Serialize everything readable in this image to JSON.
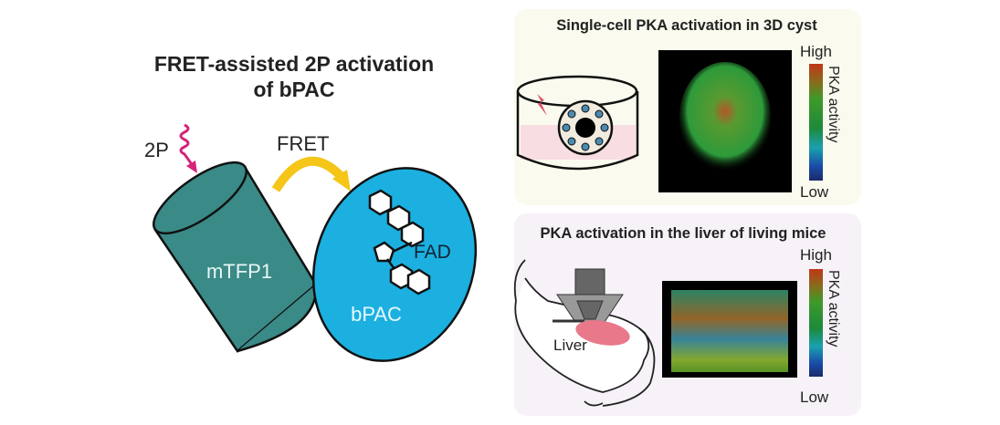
{
  "left": {
    "title_line1": "FRET-assisted 2P activation",
    "title_line2": "of bPAC",
    "label_2p": "2P",
    "label_fret": "FRET",
    "label_donor": "mTFP1",
    "label_acceptor": "bPAC",
    "label_fad": "FAD"
  },
  "panel_cyst": {
    "title": "Single-cell PKA activation in 3D cyst",
    "scale_high": "High",
    "scale_low": "Low",
    "scale_label": "PKA activity"
  },
  "panel_liver": {
    "title": "PKA activation in the liver of living mice",
    "organ_label": "Liver",
    "scale_high": "High",
    "scale_low": "Low",
    "scale_label": "PKA activity"
  },
  "colors": {
    "donor": "#3a8a87",
    "acceptor": "#1bb0e0",
    "fret_arrow": "#f5c518",
    "laser": "#d6237a",
    "panel_cyst_bg": "#fafbee",
    "panel_liver_bg": "#f6f2f8"
  }
}
